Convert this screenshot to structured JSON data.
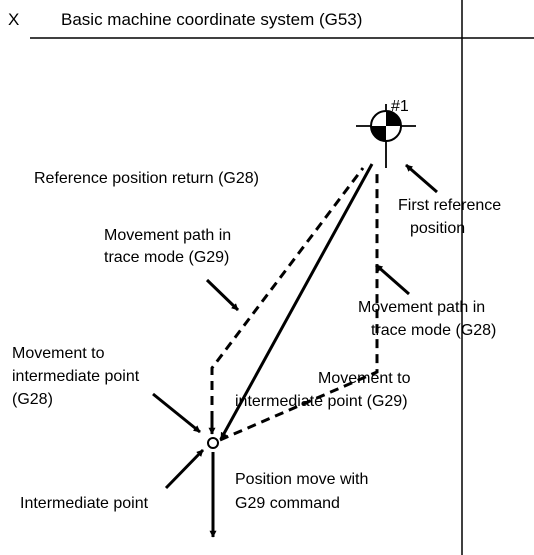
{
  "axis": {
    "x_label": "X",
    "title": "Basic machine coordinate system (G53)"
  },
  "marker": {
    "label": "#1"
  },
  "labels": {
    "ref_return": "Reference position return (G28)",
    "first_ref_1": "First reference",
    "first_ref_2": "position",
    "path_g29_1": "Movement path in",
    "path_g29_2": "trace mode (G29)",
    "path_g28_1": "Movement path in",
    "path_g28_2": "trace mode (G28)",
    "move_g28_1": "Movement to",
    "move_g28_2": "intermediate point",
    "move_g28_3": "(G28)",
    "move_g29_1": "Movement to",
    "move_g29_2": "intermediate point (G29)",
    "intermediate": "Intermediate point",
    "pos_move_1": "Position move with",
    "pos_move_2": "G29 command"
  },
  "colors": {
    "line": "#000000",
    "background": "#ffffff"
  }
}
